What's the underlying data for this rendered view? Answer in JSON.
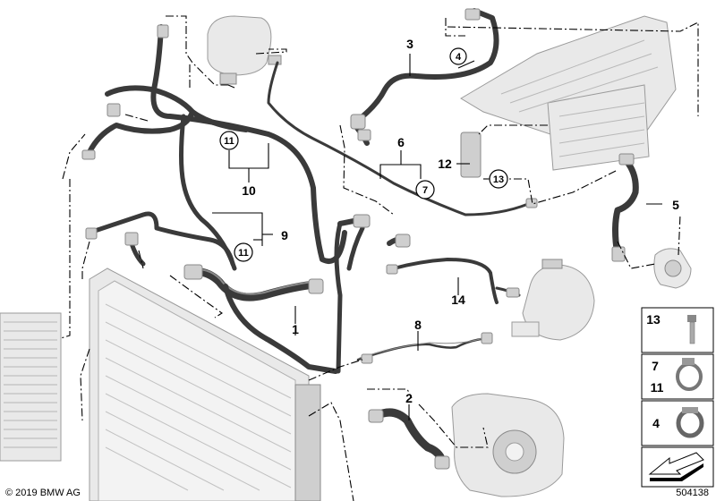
{
  "labels": {
    "p1": "1",
    "p2": "2",
    "p3": "3",
    "p4": "4",
    "p5": "5",
    "p6": "6",
    "p7": "7",
    "p8": "8",
    "p9": "9",
    "p10": "10",
    "p11a": "11",
    "p11b": "11",
    "p12": "12",
    "p13": "13",
    "p14": "14"
  },
  "legend": {
    "row1": "13",
    "row2a": "7",
    "row2b": "11",
    "row3": "4"
  },
  "footer": {
    "copyright": "© 2019 BMW AG",
    "diagram_number": "504138"
  },
  "colors": {
    "hose": "#3a3a3a",
    "part": "#e9e9e9",
    "line": "#000000"
  }
}
